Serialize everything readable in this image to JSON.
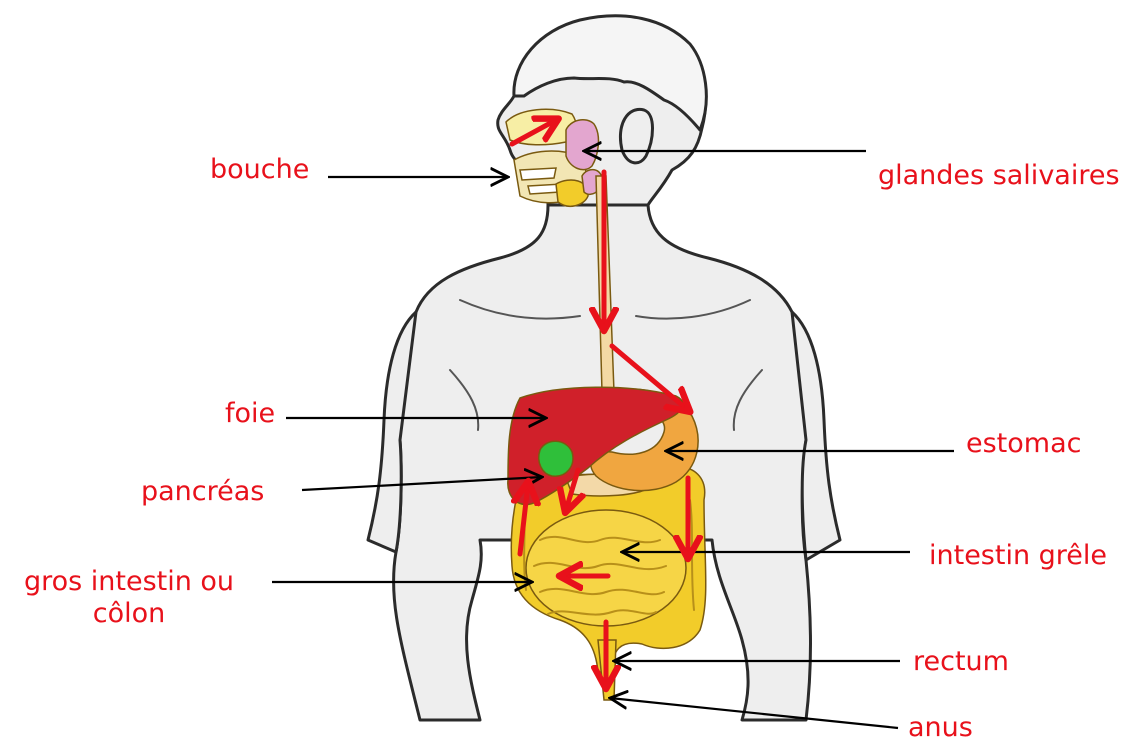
{
  "labels": {
    "bouche": "bouche",
    "glandes_salivaires": "glandes salivaires",
    "foie": "foie",
    "estomac": "estomac",
    "pancreas": "pancréas",
    "intestin_grele": "intestin grêle",
    "gros_intestin_line1": "gros intestin ou",
    "gros_intestin_line2": "côlon",
    "rectum": "rectum",
    "anus": "anus"
  },
  "colors": {
    "label_text": "#e8111b",
    "flow_arrow": "#e8111b",
    "pointer_line": "#000000",
    "body_outline": "#2b2b2b",
    "skin_fill": "#eeeeee",
    "liver": "#d0202a",
    "stomach": "#f0a640",
    "intestine": "#f2cc2a",
    "pancreas": "#f3d9a8",
    "gallbladder": "#2fbf3a",
    "salivary_gland": "#e3a6cf",
    "esophagus": "#f3d9a4"
  }
}
